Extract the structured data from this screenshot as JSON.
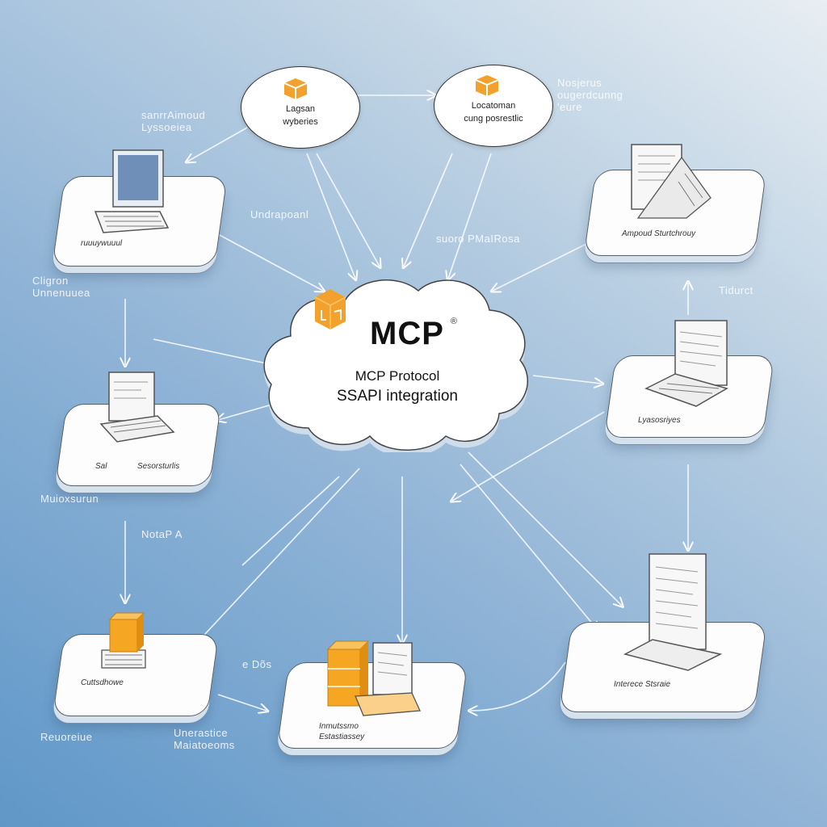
{
  "diagram": {
    "center": {
      "title": "MCP",
      "registered_mark": "®",
      "subtitle_line1": "MCP Protocol",
      "subtitle_line2": "SSAPI integration",
      "icon": "orange-cube-icon"
    },
    "top_nodes": [
      {
        "id": "node-top-left",
        "line1": "Lagsan",
        "line2": "wyberies",
        "icon": "orange-cube-icon"
      },
      {
        "id": "node-top-right",
        "line1": "Locatoman",
        "line2": "cung posrestlic",
        "icon": "orange-cube-icon"
      }
    ],
    "device_nodes": [
      {
        "id": "laptop-top-left",
        "label": "ruuuywuuul",
        "icon": "laptop-icon"
      },
      {
        "id": "laptop-top-right",
        "label": "Ampoud Sturtchrouy",
        "icon": "laptop-icon"
      },
      {
        "id": "laptop-mid-left",
        "label": "Sesorsturlis",
        "sublabel": "Sal",
        "icon": "laptop-icon"
      },
      {
        "id": "laptop-mid-right",
        "label": "Lyasosriyes",
        "icon": "laptop-icon"
      },
      {
        "id": "server-bottom-left",
        "label": "Cuttsdhowe",
        "icon": "orange-server-icon"
      },
      {
        "id": "server-bottom-center",
        "label": "Inmutssmo Estastiassey",
        "icon": "orange-server-laptop-icon"
      },
      {
        "id": "laptop-bottom-right",
        "label": "Interece Stsraie",
        "icon": "laptop-document-icon"
      }
    ],
    "floating_labels": [
      {
        "id": "lbl-1",
        "text": "sanrrAimoud Lyssoeiea"
      },
      {
        "id": "lbl-2",
        "text": "Undrapoanl"
      },
      {
        "id": "lbl-3",
        "text": "suoro PMaIRosa"
      },
      {
        "id": "lbl-4",
        "text": "Nosjerus ougerdcunng 'eure"
      },
      {
        "id": "lbl-5",
        "text": "Cligron Unnenuuea"
      },
      {
        "id": "lbl-6",
        "text": "Tidurct"
      },
      {
        "id": "lbl-7",
        "text": "Muioxsurun"
      },
      {
        "id": "lbl-8",
        "text": "NotaP A"
      },
      {
        "id": "lbl-9",
        "text": "Reuoreiue"
      },
      {
        "id": "lbl-10",
        "text": "Unerastice Maiatoeoms"
      },
      {
        "id": "lbl-11",
        "text": "e Dõs"
      }
    ]
  },
  "colors": {
    "accent_orange": "#f2a22c",
    "background_top": "#e8eef3",
    "background_bottom": "#5f97c8",
    "node_fill": "#ffffff",
    "link": "#ffffff"
  }
}
